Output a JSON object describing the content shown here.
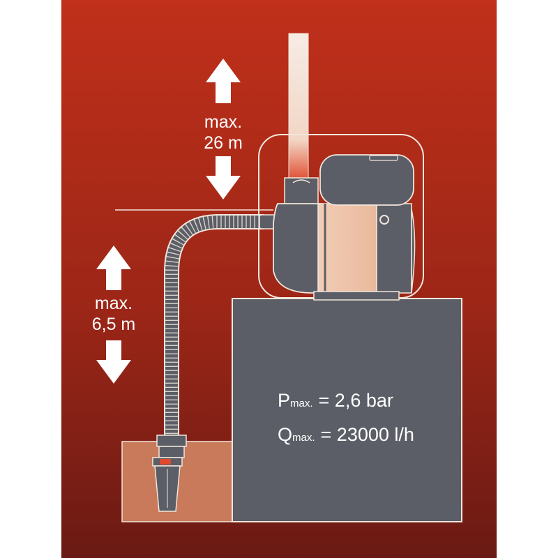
{
  "labels": {
    "pump_height": {
      "line1": "max.",
      "line2": "26 m"
    },
    "suction_height": {
      "line1": "max.",
      "line2": "6,5 m"
    }
  },
  "specs": {
    "pressure": {
      "symbol": "P",
      "subscript": "max.",
      "value": "= 2,6 bar"
    },
    "flow": {
      "symbol": "Q",
      "subscript": "max.",
      "value": "= 23000 l/h"
    }
  },
  "colors": {
    "background_top": "#c0301a",
    "background_bottom": "#6a1a14",
    "unit_gray": "#5b5e66",
    "water": "#c87a5a",
    "outline": "#f2e6dc",
    "accent_peach": "#f0c8ae",
    "outlet_pipe": "#f4e8e0"
  },
  "icons": [
    "arrow-up-icon",
    "arrow-down-icon"
  ]
}
